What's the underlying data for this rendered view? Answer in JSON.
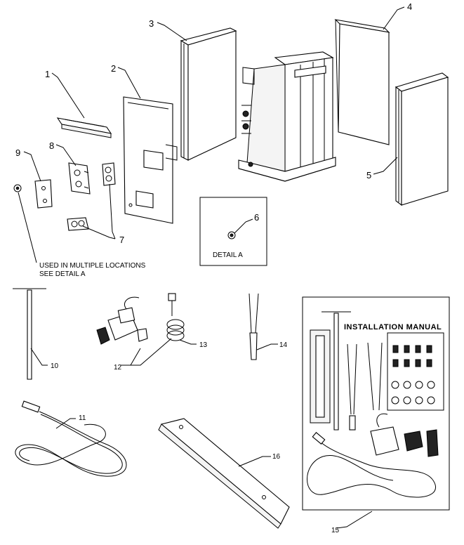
{
  "callouts": {
    "c1": "1",
    "c2": "2",
    "c3": "3",
    "c4": "4",
    "c5": "5",
    "c6": "6",
    "c7": "7",
    "c8": "8",
    "c9": "9",
    "c10": "10",
    "c11": "11",
    "c12": "12",
    "c13": "13",
    "c14": "14",
    "c15": "15",
    "c16": "16"
  },
  "notes": {
    "multiple_line1": "USED IN MULTIPLE LOCATIONS",
    "multiple_line2": "SEE DETAIL A",
    "detail_label": "DETAIL A",
    "installation_manual": "INSTALLATION MANUAL"
  }
}
